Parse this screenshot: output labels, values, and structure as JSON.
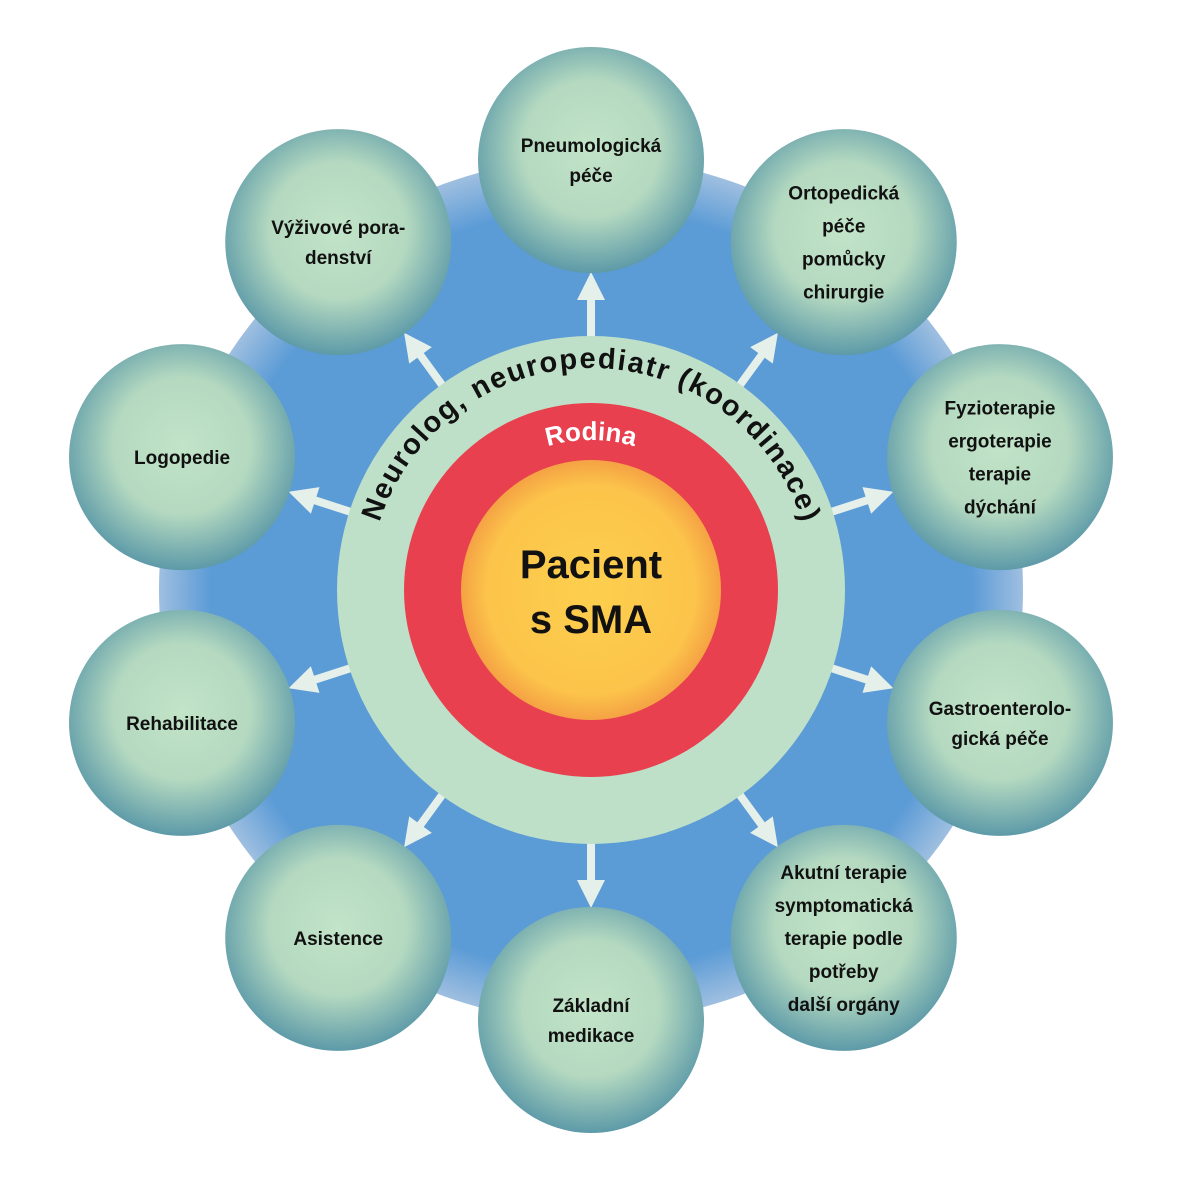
{
  "center": {
    "lines": [
      "Pacient",
      "s SMA"
    ]
  },
  "family_ring": {
    "label": "Rodina"
  },
  "coordination_ring": {
    "label": "Neurolog, neuropediatr (koordinace)"
  },
  "colors": {
    "blue": "#5b9bd6",
    "ring_green": "#bfe0c8",
    "red": "#e8404e",
    "yellow": "#fcc74a",
    "node_center": "#bfe2c6",
    "node_edge": "#5a98a6"
  },
  "nodes": [
    {
      "lines": [
        "Pneumologická",
        "péče"
      ]
    },
    {
      "lines": [
        "Ortopedická",
        "péče",
        "pomůcky",
        "chirurgie"
      ]
    },
    {
      "lines": [
        "Fyzioterapie",
        "ergoterapie",
        "terapie",
        "dýchání"
      ]
    },
    {
      "lines": [
        "Gastroenterolo-",
        "gická péče"
      ]
    },
    {
      "lines": [
        "Akutní terapie",
        "symptomatická",
        "terapie podle",
        "potřeby",
        "další orgány"
      ]
    },
    {
      "lines": [
        "Základní",
        "medikace"
      ]
    },
    {
      "lines": [
        "Asistence"
      ]
    },
    {
      "lines": [
        "Rehabilitace"
      ]
    },
    {
      "lines": [
        "Logopedie"
      ]
    },
    {
      "lines": [
        "Výživové pora-",
        "denství"
      ]
    }
  ]
}
